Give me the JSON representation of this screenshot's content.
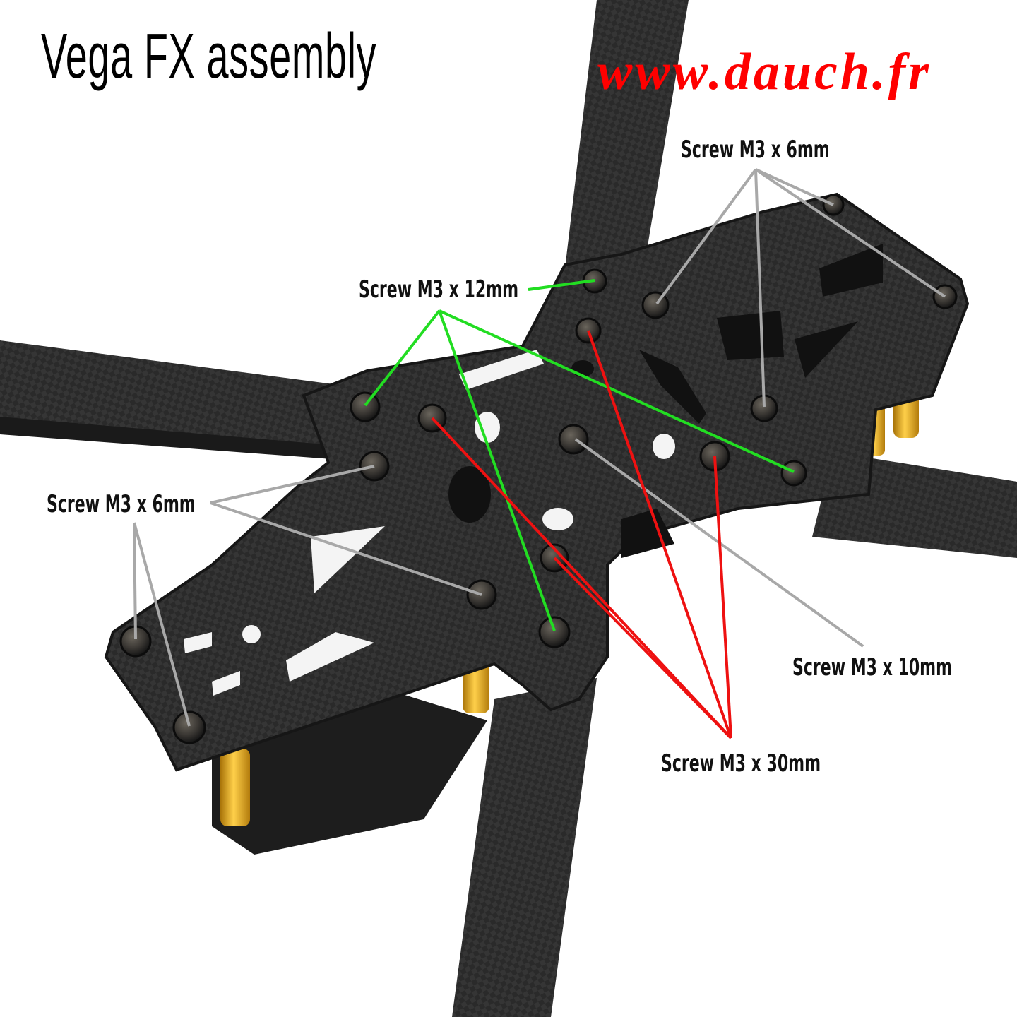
{
  "title": "Vega FX assembly",
  "website": "www.dauch.fr",
  "labels": {
    "screw_6mm_top": "Screw M3 x 6mm",
    "screw_12mm": "Screw M3 x 12mm",
    "screw_6mm_left": "Screw M3 x 6mm",
    "screw_10mm": "Screw M3 x 10mm",
    "screw_30mm": "Screw M3 x 30mm"
  },
  "colors": {
    "carbon": "#2b2b2b",
    "carbon_dark": "#1c1c1c",
    "standoff_gold": "#e0a51a",
    "leader_gray": "#a6a6a6",
    "leader_green": "#22dd22",
    "leader_red": "#ee1111",
    "site_red": "#ff0000"
  }
}
